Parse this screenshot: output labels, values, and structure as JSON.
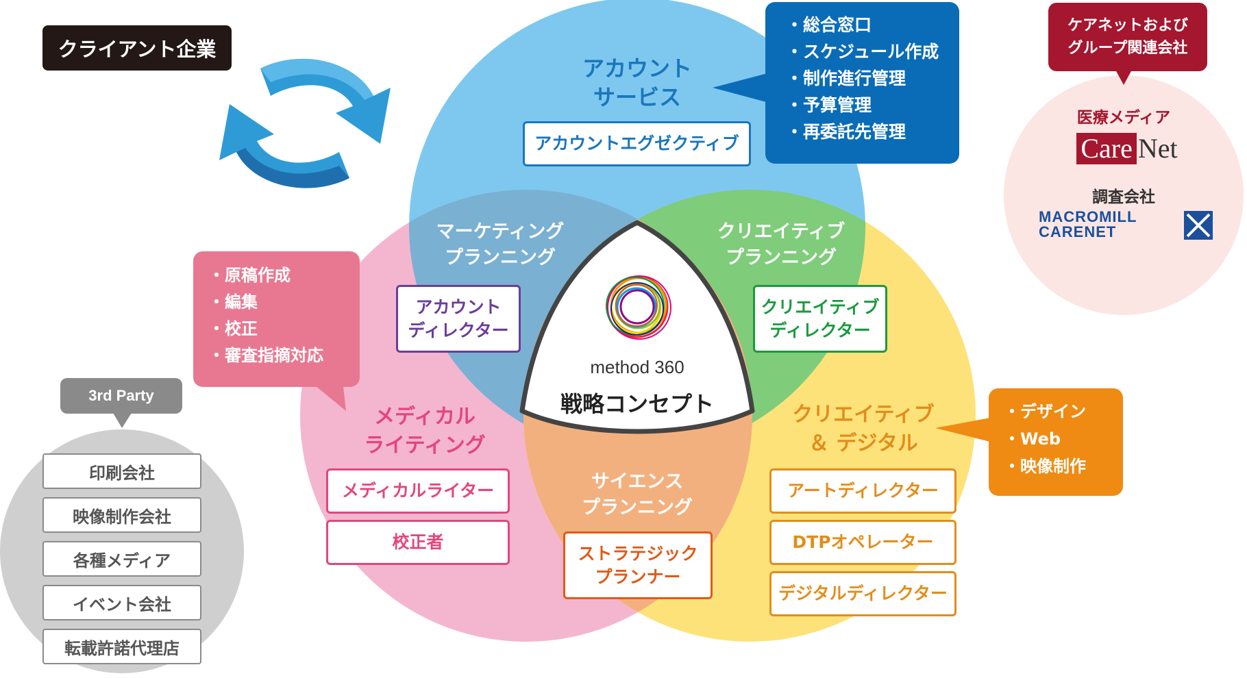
{
  "client_label": "クライアント企業",
  "center": {
    "logo_text": "method 360",
    "concept": "戦略コンセプト"
  },
  "areas": {
    "account_service": "アカウント\nサービス",
    "marketing_planning": "マーケティング\nプランニング",
    "creative_planning": "クリエイティブ\nプランニング",
    "medical_writing": "メディカル\nライティング",
    "science_planning": "サイエンス\nプランニング",
    "creative_digital": "クリエイティブ\n＆ デジタル"
  },
  "roles": {
    "account_executive": "アカウントエグゼクティブ",
    "account_director": "アカウント\nディレクター",
    "creative_director": "クリエイティブ\nディレクター",
    "medical_writer": "メディカルライター",
    "proofreader": "校正者",
    "strategic_planner": "ストラテジック\nプランナー",
    "art_director": "アートディレクター",
    "dtp_operator": "DTPオペレーター",
    "digital_director": "デジタルディレクター"
  },
  "callouts": {
    "account_tasks": [
      "・総合窓口",
      "・スケジュール作成",
      "・制作進行管理",
      "・予算管理",
      "・再委託先管理"
    ],
    "writing_tasks": [
      "・原稿作成",
      "・編集",
      "・校正",
      "・審査指摘対応"
    ],
    "digital_tasks": [
      "・デザイン",
      "・Web",
      "・映像制作"
    ]
  },
  "group": {
    "header": "ケアネットおよび\nグループ関連会社",
    "media_label": "医療メディア",
    "carenet_logo_care": "Care",
    "carenet_logo_net": "Net",
    "research_label": "調査会社",
    "macromill_line1": "MACROMILL",
    "macromill_line2": "CARENET"
  },
  "third_party": {
    "label": "3rd Party",
    "items": [
      "印刷会社",
      "映像制作会社",
      "各種メディア",
      "イベント会社",
      "転載許諾代理店"
    ]
  },
  "colors": {
    "account_blue": "#7ec8ef",
    "creative_green": "#7fcc7a",
    "digital_yellow": "#fde27a",
    "writing_pink": "#f4b6cf",
    "marketing_overlap": "#7ab0d2",
    "science_overlap": "#f3b07f",
    "callout_blue": "#0a6cb7",
    "callout_pink": "#e87891",
    "callout_orange": "#ef8b13",
    "group_red": "#a5162f",
    "group_circle": "#fbe6e3",
    "third_party_gray": "#cfcfcf",
    "purple": "#6b3d98",
    "green_text": "#1a9a3e",
    "pink_text": "#e3467c",
    "orange_text": "#e28d1b",
    "red_orange_text": "#e05a17",
    "title_blue": "#1a76bd"
  }
}
